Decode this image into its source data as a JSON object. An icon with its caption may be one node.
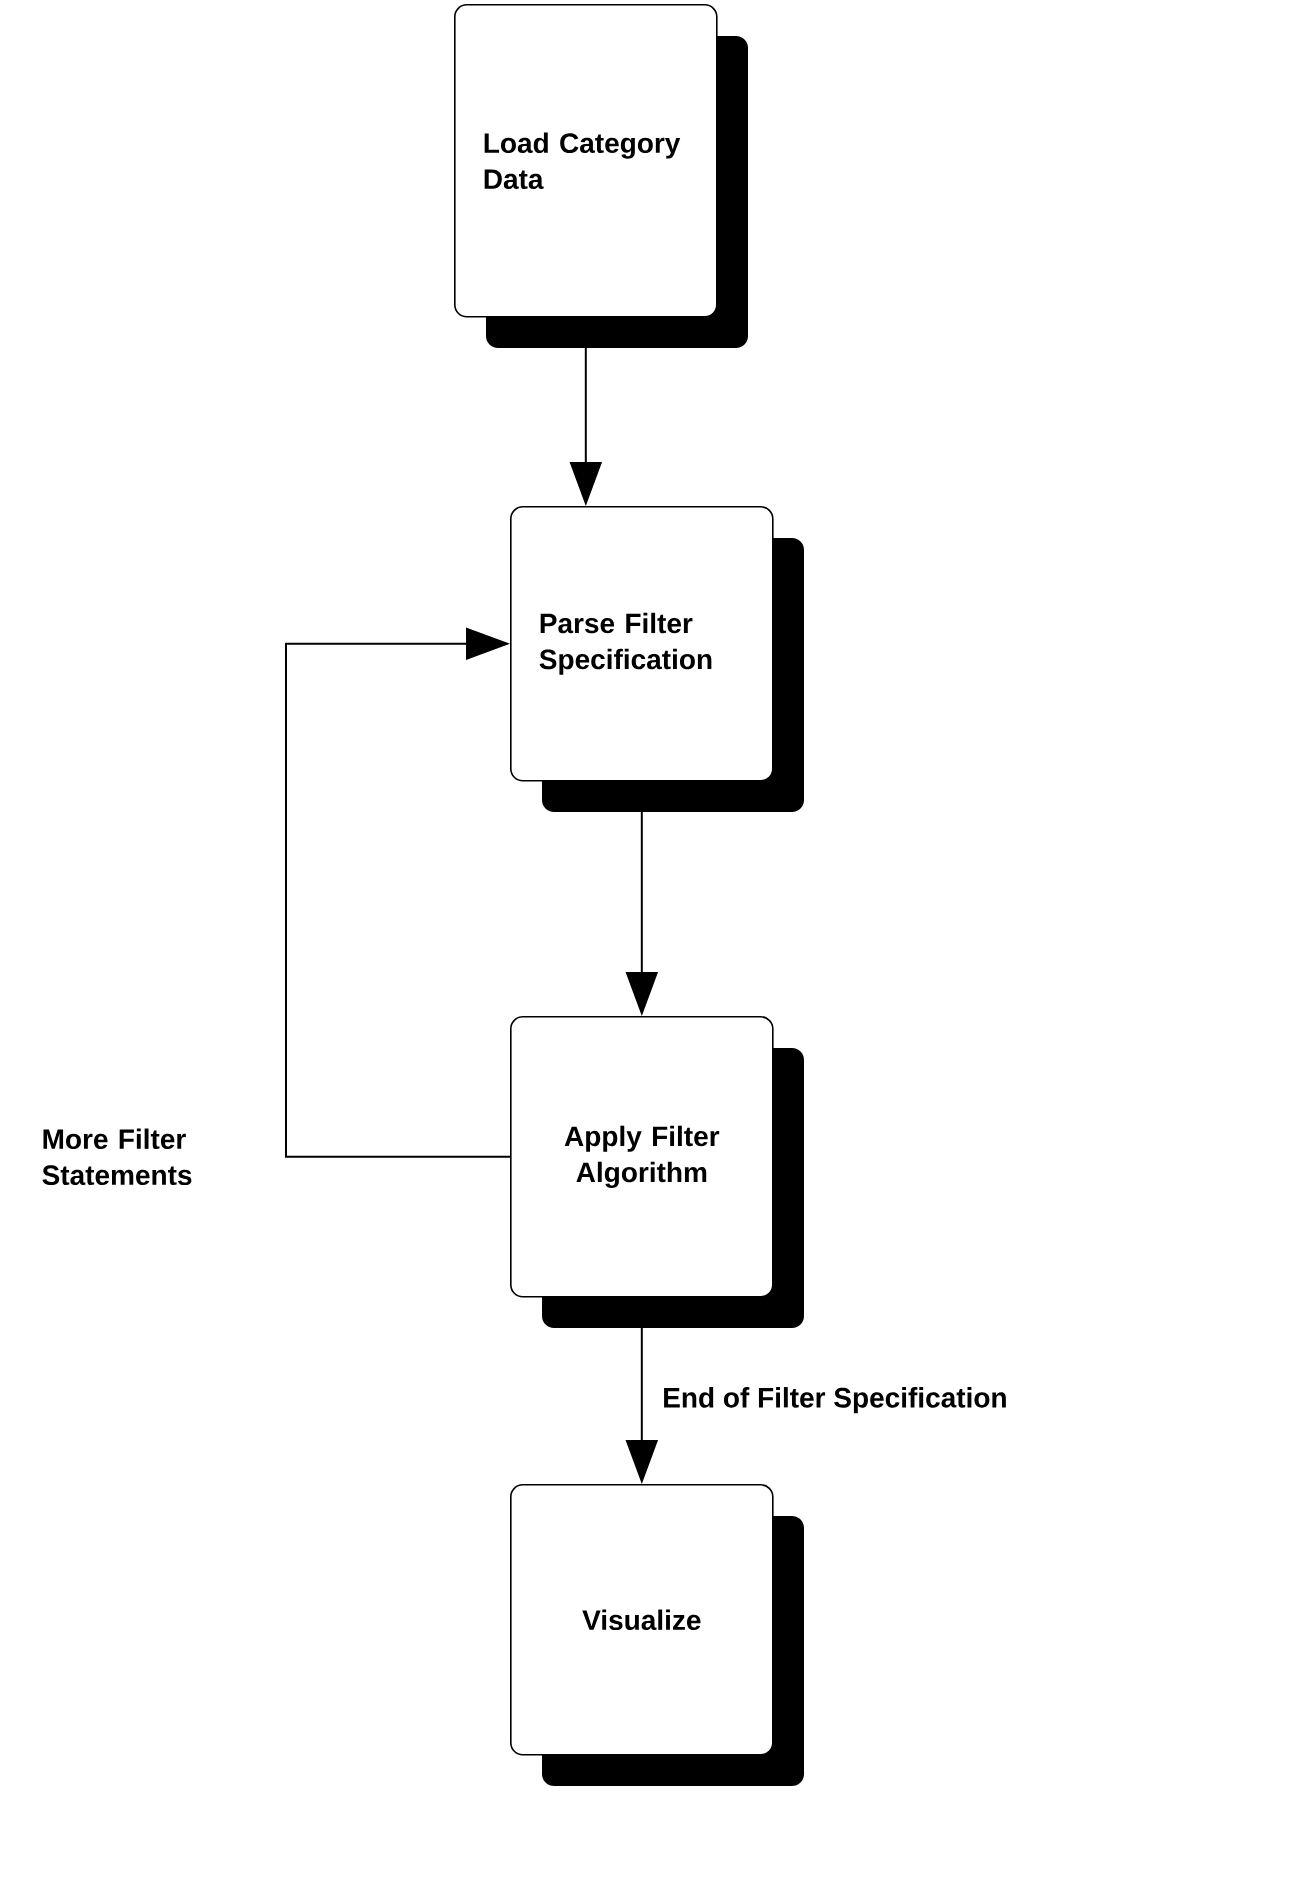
{
  "diagram": {
    "nodes": [
      {
        "text": [
          "Load Category Data"
        ]
      },
      {
        "text": [
          "Parse Filter Specification"
        ]
      },
      {
        "text": [
          "Apply Filter Algorithm"
        ]
      },
      {
        "text": [
          "Visualize"
        ]
      }
    ],
    "edges": [
      {
        "from": 0,
        "to": 1,
        "arrow": "to"
      },
      {
        "from": 1,
        "to": 2,
        "arrow": "to"
      },
      {
        "from": 2,
        "to": 3,
        "arrow": "to",
        "label": "End of Filter Specification"
      },
      {
        "from": 2,
        "to": 1,
        "arrow": "to",
        "label": "More Filter Statements"
      }
    ]
  }
}
